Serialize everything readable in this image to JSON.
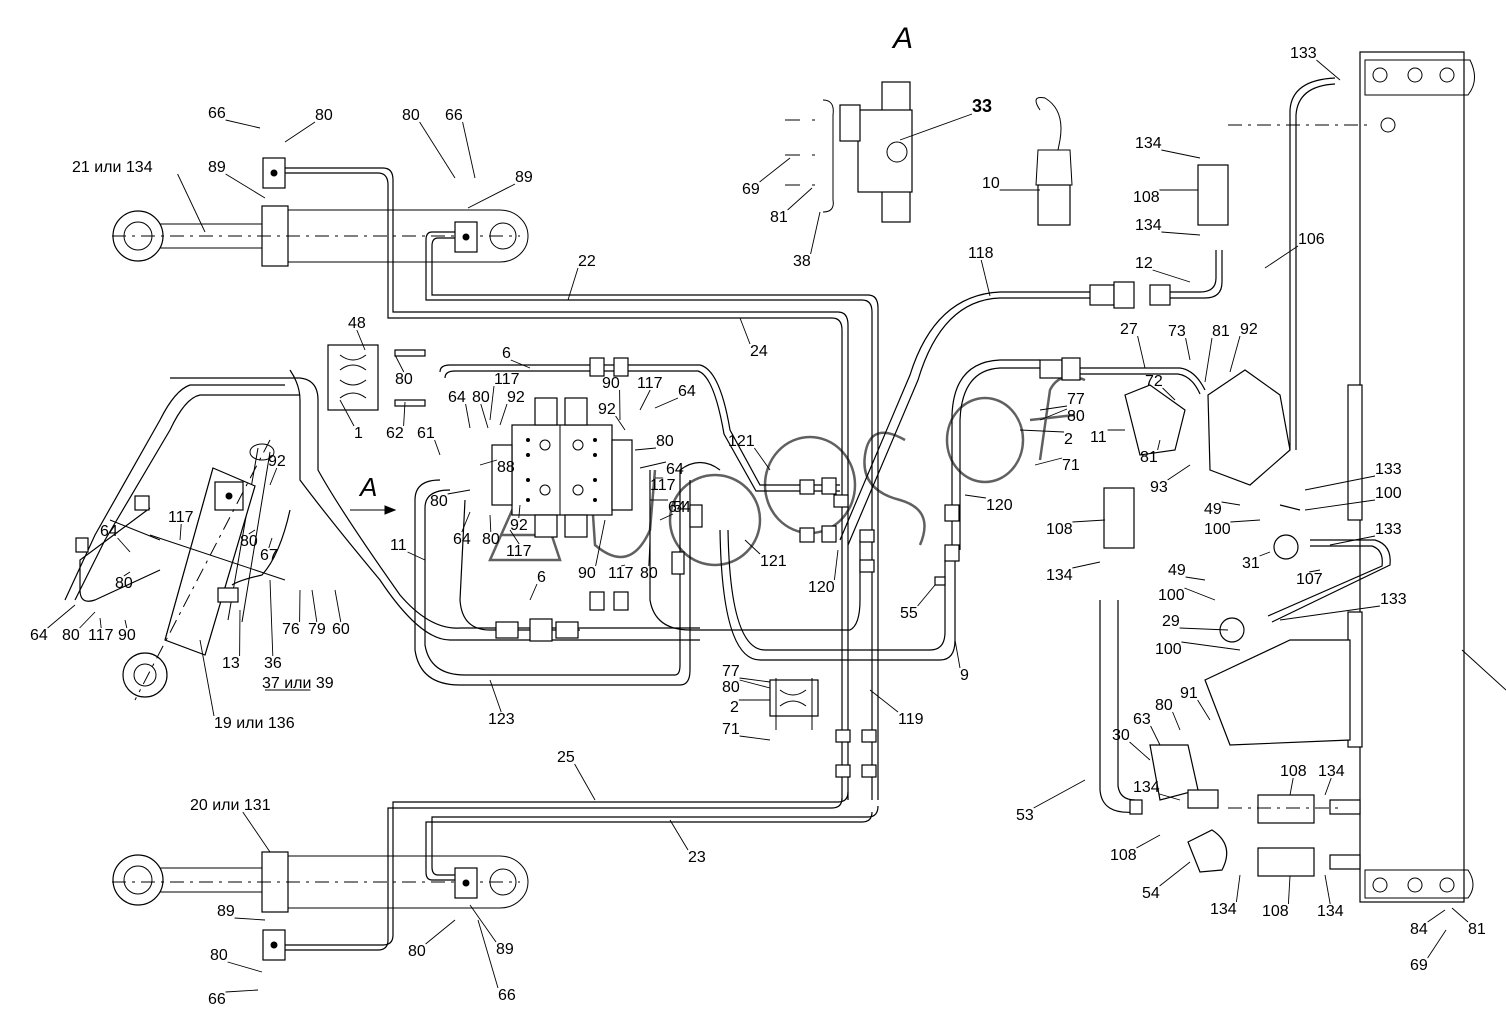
{
  "view_title": "A",
  "view_arrow_label": "A",
  "callouts": [
    {
      "id": "c133a",
      "text": "133"
    },
    {
      "id": "c33",
      "text": "33"
    },
    {
      "id": "c66a",
      "text": "66"
    },
    {
      "id": "c80a",
      "text": "80"
    },
    {
      "id": "c80b",
      "text": "80"
    },
    {
      "id": "c66b",
      "text": "66"
    },
    {
      "id": "c21",
      "text": "21  или  134"
    },
    {
      "id": "c89a",
      "text": "89"
    },
    {
      "id": "c89b",
      "text": "89"
    },
    {
      "id": "c69a",
      "text": "69"
    },
    {
      "id": "c81a",
      "text": "81"
    },
    {
      "id": "c38",
      "text": "38"
    },
    {
      "id": "c10",
      "text": "10"
    },
    {
      "id": "c134a",
      "text": "134"
    },
    {
      "id": "c108a",
      "text": "108"
    },
    {
      "id": "c134b",
      "text": "134"
    },
    {
      "id": "c106",
      "text": "106"
    },
    {
      "id": "c118",
      "text": "118"
    },
    {
      "id": "c12",
      "text": "12"
    },
    {
      "id": "c22",
      "text": "22"
    },
    {
      "id": "c24",
      "text": "24"
    },
    {
      "id": "c48",
      "text": "48"
    },
    {
      "id": "c80c",
      "text": "80"
    },
    {
      "id": "c1",
      "text": "1"
    },
    {
      "id": "c62",
      "text": "62"
    },
    {
      "id": "c6a",
      "text": "6"
    },
    {
      "id": "c27",
      "text": "27"
    },
    {
      "id": "c73",
      "text": "73"
    },
    {
      "id": "c81b",
      "text": "81"
    },
    {
      "id": "c92a",
      "text": "92"
    },
    {
      "id": "c117a",
      "text": "117"
    },
    {
      "id": "c90a",
      "text": "90"
    },
    {
      "id": "c117b",
      "text": "117"
    },
    {
      "id": "c64a",
      "text": "64"
    },
    {
      "id": "c64b",
      "text": "64"
    },
    {
      "id": "c80d",
      "text": "80"
    },
    {
      "id": "c92b",
      "text": "92"
    },
    {
      "id": "c92c",
      "text": "92"
    },
    {
      "id": "c61",
      "text": "61"
    },
    {
      "id": "c80e",
      "text": "80"
    },
    {
      "id": "c88",
      "text": "88"
    },
    {
      "id": "c64c",
      "text": "64"
    },
    {
      "id": "c121a",
      "text": "121"
    },
    {
      "id": "c77a",
      "text": "77"
    },
    {
      "id": "c80f",
      "text": "80"
    },
    {
      "id": "c2a",
      "text": "2"
    },
    {
      "id": "c72",
      "text": "72"
    },
    {
      "id": "c11a",
      "text": "11"
    },
    {
      "id": "c81c",
      "text": "81"
    },
    {
      "id": "c93",
      "text": "93"
    },
    {
      "id": "c71a",
      "text": "71"
    },
    {
      "id": "c133b",
      "text": "133"
    },
    {
      "id": "c100a",
      "text": "100"
    },
    {
      "id": "c49a",
      "text": "49"
    },
    {
      "id": "c100b",
      "text": "100"
    },
    {
      "id": "c133c",
      "text": "133"
    },
    {
      "id": "c31",
      "text": "31"
    },
    {
      "id": "c108b",
      "text": "108"
    },
    {
      "id": "c134c",
      "text": "134"
    },
    {
      "id": "c120a",
      "text": "120"
    },
    {
      "id": "c80g",
      "text": "80"
    },
    {
      "id": "c117c",
      "text": "117"
    },
    {
      "id": "c64d",
      "text": "64"
    },
    {
      "id": "c92d",
      "text": "92"
    },
    {
      "id": "c64e",
      "text": "64"
    },
    {
      "id": "c80h",
      "text": "80"
    },
    {
      "id": "c117d",
      "text": "117"
    },
    {
      "id": "c6b",
      "text": "6"
    },
    {
      "id": "c54a",
      "text": "54"
    },
    {
      "id": "c90b",
      "text": "90"
    },
    {
      "id": "c117e",
      "text": "117"
    },
    {
      "id": "c80i",
      "text": "80"
    },
    {
      "id": "c121b",
      "text": "121"
    },
    {
      "id": "c120b",
      "text": "120"
    },
    {
      "id": "c55",
      "text": "55"
    },
    {
      "id": "c107",
      "text": "107"
    },
    {
      "id": "c49b",
      "text": "49"
    },
    {
      "id": "c100c",
      "text": "100"
    },
    {
      "id": "c29",
      "text": "29"
    },
    {
      "id": "c133d",
      "text": "133"
    },
    {
      "id": "c100d",
      "text": "100"
    },
    {
      "id": "c92e",
      "text": "92"
    },
    {
      "id": "c117f",
      "text": "117"
    },
    {
      "id": "c80j",
      "text": "80"
    },
    {
      "id": "c67",
      "text": "67"
    },
    {
      "id": "c64f",
      "text": "64"
    },
    {
      "id": "c80k",
      "text": "80"
    },
    {
      "id": "c64g",
      "text": "64"
    },
    {
      "id": "c80l",
      "text": "80"
    },
    {
      "id": "c117g",
      "text": "117"
    },
    {
      "id": "c90c",
      "text": "90"
    },
    {
      "id": "c76",
      "text": "76"
    },
    {
      "id": "c79",
      "text": "79"
    },
    {
      "id": "c60",
      "text": "60"
    },
    {
      "id": "c13",
      "text": "13"
    },
    {
      "id": "c36",
      "text": "36"
    },
    {
      "id": "c37",
      "text": "37  или  39"
    },
    {
      "id": "c19",
      "text": "19  или  136"
    },
    {
      "id": "c11b",
      "text": "11"
    },
    {
      "id": "c123",
      "text": "123"
    },
    {
      "id": "c9",
      "text": "9"
    },
    {
      "id": "c119",
      "text": "119"
    },
    {
      "id": "c77b",
      "text": "77"
    },
    {
      "id": "c80m",
      "text": "80"
    },
    {
      "id": "c2b",
      "text": "2"
    },
    {
      "id": "c71b",
      "text": "71"
    },
    {
      "id": "c91",
      "text": "91"
    },
    {
      "id": "c80n",
      "text": "80"
    },
    {
      "id": "c63",
      "text": "63"
    },
    {
      "id": "c30",
      "text": "30"
    },
    {
      "id": "c25",
      "text": "25"
    },
    {
      "id": "c23",
      "text": "23"
    },
    {
      "id": "c53",
      "text": "53"
    },
    {
      "id": "c134d",
      "text": "134"
    },
    {
      "id": "c108c",
      "text": "108"
    },
    {
      "id": "c134e",
      "text": "134"
    },
    {
      "id": "c20",
      "text": "20  или  131"
    },
    {
      "id": "c108d",
      "text": "108"
    },
    {
      "id": "c54b",
      "text": "54"
    },
    {
      "id": "c134f",
      "text": "134"
    },
    {
      "id": "c108e",
      "text": "108"
    },
    {
      "id": "c134g",
      "text": "134"
    },
    {
      "id": "c89c",
      "text": "89"
    },
    {
      "id": "c80o",
      "text": "80"
    },
    {
      "id": "c89d",
      "text": "89"
    },
    {
      "id": "c80p",
      "text": "80"
    },
    {
      "id": "c66c",
      "text": "66"
    },
    {
      "id": "c66d",
      "text": "66"
    },
    {
      "id": "c84",
      "text": "84"
    },
    {
      "id": "c81d",
      "text": "81"
    },
    {
      "id": "c69b",
      "text": "69"
    }
  ]
}
